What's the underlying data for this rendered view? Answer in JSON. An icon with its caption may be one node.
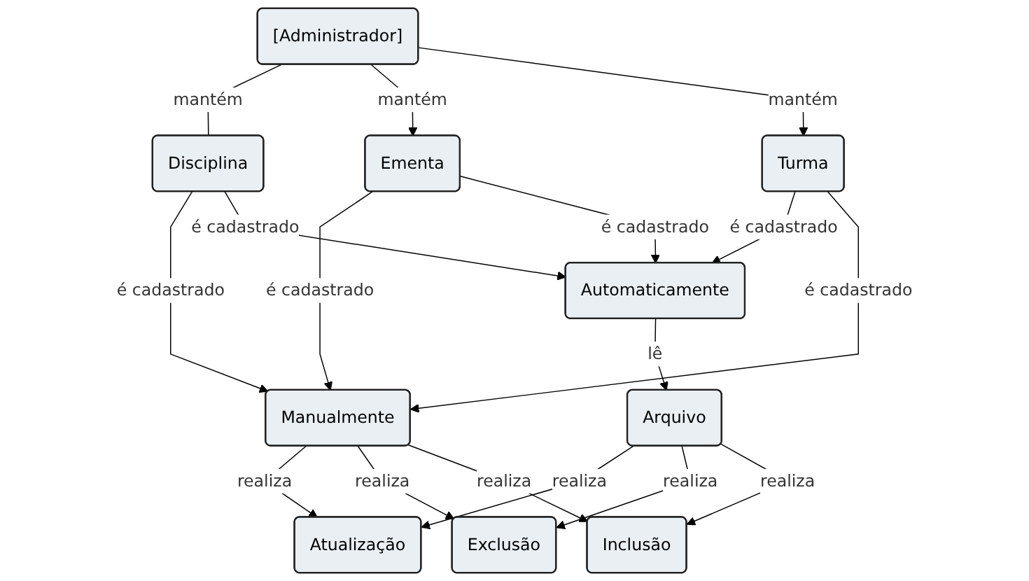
{
  "diagram": {
    "nodes": [
      {
        "text": [
          "[Administrador]"
        ]
      },
      {
        "text": [
          "Disciplina"
        ]
      },
      {
        "text": [
          "Ementa"
        ]
      },
      {
        "text": [
          "Turma"
        ]
      },
      {
        "text": [
          "Manualmente"
        ]
      },
      {
        "text": [
          "Automaticamente"
        ]
      },
      {
        "text": [
          "Atualização"
        ]
      },
      {
        "text": [
          "Arquivo"
        ]
      },
      {
        "text": [
          "Exclusão"
        ]
      },
      {
        "text": [
          "Inclusão"
        ]
      }
    ],
    "edges": [
      {
        "from": 0,
        "to": 1,
        "label": "mantém",
        "arrow": "none"
      },
      {
        "from": 0,
        "to": 2,
        "label": "mantém",
        "arrow": "to"
      },
      {
        "from": 0,
        "to": 3,
        "label": "mantém",
        "arrow": "to"
      },
      {
        "from": 1,
        "to": 4,
        "label": "é cadastrado",
        "arrow": "to"
      },
      {
        "from": 2,
        "to": 4,
        "label": "é cadastrado",
        "arrow": "to"
      },
      {
        "from": 1,
        "to": 5,
        "label": "é cadastrado",
        "arrow": "to"
      },
      {
        "from": 2,
        "to": 5,
        "label": "é cadastrado",
        "arrow": "to"
      },
      {
        "from": 3,
        "to": 5,
        "label": "é cadastrado",
        "arrow": "to"
      },
      {
        "from": 3,
        "to": 4,
        "label": "é cadastrado",
        "arrow": "to"
      },
      {
        "from": 4,
        "to": 6,
        "label": "realiza",
        "arrow": "to"
      },
      {
        "from": 4,
        "to": 8,
        "label": "realiza",
        "arrow": "to"
      },
      {
        "from": 4,
        "to": 9,
        "label": "realiza",
        "arrow": "to"
      },
      {
        "from": 5,
        "to": 7,
        "label": "lê",
        "arrow": "to"
      },
      {
        "from": 7,
        "to": 6,
        "label": "realiza",
        "arrow": "to"
      },
      {
        "from": 7,
        "to": 8,
        "label": "realiza",
        "arrow": "to"
      },
      {
        "from": 7,
        "to": 9,
        "label": "realiza",
        "arrow": "to"
      }
    ]
  }
}
